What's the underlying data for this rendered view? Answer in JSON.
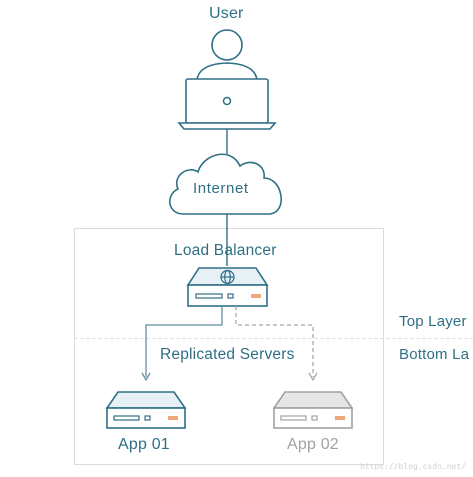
{
  "labels": {
    "user": "User",
    "internet": "Internet",
    "load_balancer": "Load Balancer",
    "replicated_servers": "Replicated Servers",
    "top_layer": "Top Layer",
    "bottom_layer": "Bottom La",
    "app_01": "App 01",
    "app_02": "App 02"
  },
  "watermark": "https://blog.csdn.net/",
  "colors": {
    "primary": "#2f6f86",
    "active_accent": "#f0a67a",
    "inactive_gray": "#a2a2a2",
    "box_border": "#dcdcdc",
    "fill_light": "#e6f0f5"
  }
}
